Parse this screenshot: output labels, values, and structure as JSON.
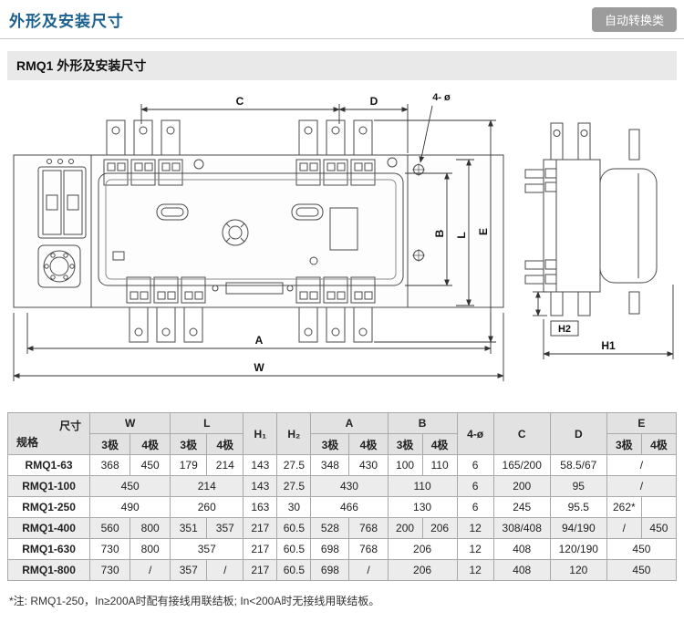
{
  "page": {
    "title": "外形及安装尺寸",
    "badge": "自动转换类",
    "section_title": "RMQ1 外形及安装尺寸",
    "footnote": "*注: RMQ1-250，In≥200A时配有接线用联结板; In<200A时无接线用联结板。"
  },
  "drawing": {
    "dim_c": "C",
    "dim_d": "D",
    "dim_hole": "4- ø",
    "dim_b": "B",
    "dim_l": "L",
    "dim_e": "E",
    "dim_a": "A",
    "dim_w": "W",
    "dim_h2": "H2",
    "dim_h1": "H1"
  },
  "table": {
    "corner": {
      "top_label": "尺寸",
      "bottom_label": "规格"
    },
    "pole_labels": {
      "p3": "3极",
      "p4": "4极"
    },
    "col_groups": [
      {
        "label": "W",
        "split": true
      },
      {
        "label": "L",
        "split": true
      },
      {
        "label": "H₁",
        "split": false
      },
      {
        "label": "H₂",
        "split": false
      },
      {
        "label": "A",
        "split": true
      },
      {
        "label": "B",
        "split": true
      },
      {
        "label": "4-ø",
        "split": false
      },
      {
        "label": "C",
        "split": false
      },
      {
        "label": "D",
        "split": false
      },
      {
        "label": "E",
        "split": true
      }
    ],
    "rows": [
      {
        "model": "RMQ1-63",
        "cells": [
          [
            "368"
          ],
          [
            "450"
          ],
          [
            "179"
          ],
          [
            "214"
          ],
          [
            "143"
          ],
          [
            "27.5"
          ],
          [
            "348"
          ],
          [
            "430"
          ],
          [
            "100"
          ],
          [
            "110"
          ],
          [
            "6"
          ],
          [
            "165/200"
          ],
          [
            "58.5/67"
          ],
          [
            "/",
            2
          ]
        ]
      },
      {
        "model": "RMQ1-100",
        "cells": [
          [
            "450",
            2
          ],
          [
            "214",
            2
          ],
          [
            "143"
          ],
          [
            "27.5"
          ],
          [
            "430",
            2
          ],
          [
            "110",
            2
          ],
          [
            "6"
          ],
          [
            "200"
          ],
          [
            "95"
          ],
          [
            "/",
            2
          ]
        ]
      },
      {
        "model": "RMQ1-250",
        "cells": [
          [
            "490",
            2
          ],
          [
            "260",
            2
          ],
          [
            "163"
          ],
          [
            "30"
          ],
          [
            "466",
            2
          ],
          [
            "130",
            2
          ],
          [
            "6"
          ],
          [
            "245"
          ],
          [
            "95.5"
          ],
          [
            "262*"
          ],
          [
            ""
          ]
        ]
      },
      {
        "model": "RMQ1-400",
        "cells": [
          [
            "560"
          ],
          [
            "800"
          ],
          [
            "351"
          ],
          [
            "357"
          ],
          [
            "217"
          ],
          [
            "60.5"
          ],
          [
            "528"
          ],
          [
            "768"
          ],
          [
            "200"
          ],
          [
            "206"
          ],
          [
            "12"
          ],
          [
            "308/408"
          ],
          [
            "94/190"
          ],
          [
            "/"
          ],
          [
            "450"
          ]
        ]
      },
      {
        "model": "RMQ1-630",
        "cells": [
          [
            "730"
          ],
          [
            "800"
          ],
          [
            "357",
            2
          ],
          [
            "217"
          ],
          [
            "60.5"
          ],
          [
            "698"
          ],
          [
            "768"
          ],
          [
            "206",
            2
          ],
          [
            "12"
          ],
          [
            "408"
          ],
          [
            "120/190"
          ],
          [
            "450",
            2
          ]
        ]
      },
      {
        "model": "RMQ1-800",
        "cells": [
          [
            "730"
          ],
          [
            "/"
          ],
          [
            "357"
          ],
          [
            "/"
          ],
          [
            "217"
          ],
          [
            "60.5"
          ],
          [
            "698"
          ],
          [
            "/"
          ],
          [
            "206",
            2
          ],
          [
            "12"
          ],
          [
            "408"
          ],
          [
            "120"
          ],
          [
            "450",
            2
          ]
        ]
      }
    ]
  }
}
